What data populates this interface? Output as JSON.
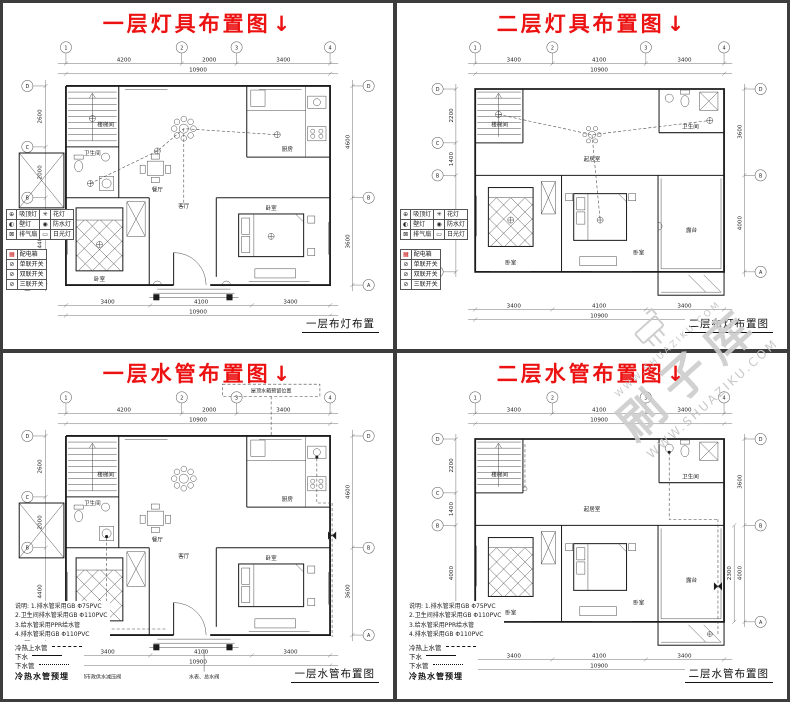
{
  "panels": [
    {
      "title": "一层灯具布置图",
      "arrow": "↓",
      "caption": "一层布灯布置"
    },
    {
      "title": "二层灯具布置图",
      "arrow": "↓",
      "caption": "二层布灯布置图"
    },
    {
      "title": "一层水管布置图",
      "arrow": "↓",
      "caption": "一层水管布置图"
    },
    {
      "title": "二层水管布置图",
      "arrow": "↓",
      "caption": "二层水管布置图"
    }
  ],
  "floor1": {
    "axis_top": [
      "1",
      "2",
      "3",
      "4"
    ],
    "axis_side": [
      "D",
      "C",
      "B",
      "A"
    ],
    "dims": {
      "top": [
        "4200",
        "2000",
        "3400"
      ],
      "top_total": "10900",
      "bottom": [
        "3400",
        "4100",
        "3400"
      ],
      "bottom_total": "10900",
      "left": [
        "2600",
        "2000",
        "4400"
      ],
      "right": [
        "4600",
        "3600"
      ]
    },
    "rooms": {
      "stair": "楼梯间",
      "bath": "卫生间",
      "dining": "餐厅",
      "kitchen": "厨房",
      "living": "客厅",
      "bed1": "卧室",
      "bed2": "卧室"
    }
  },
  "floor2": {
    "axis_top": [
      "1",
      "2",
      "3",
      "4"
    ],
    "axis_side": [
      "D",
      "C",
      "B",
      "A"
    ],
    "dims": {
      "top": [
        "3400",
        "4100",
        "3400"
      ],
      "top_total": "10900",
      "bottom": [
        "3400",
        "4100",
        "3400"
      ],
      "bottom_total": "10900",
      "left": [
        "2200",
        "1400",
        "4000"
      ],
      "right": [
        "3600",
        "4000"
      ],
      "balcony": "2300"
    },
    "rooms": {
      "stair": "楼梯间",
      "bath": "卫生间",
      "hall": "起居室",
      "bed1": "卧室",
      "bed2": "卧室",
      "balcony": "露台"
    }
  },
  "light_legend": {
    "table1": [
      {
        "s1": "⊕",
        "n1": "吸顶灯",
        "s2": "✳",
        "n2": "花灯"
      },
      {
        "s1": "◐",
        "n1": "壁灯",
        "s2": "◉",
        "n2": "防水灯"
      },
      {
        "s1": "⊠",
        "n1": "排气扇",
        "s2": "▭",
        "n2": "日光灯"
      }
    ],
    "table2": [
      {
        "s": "▦",
        "n": "配电箱"
      },
      {
        "s": "⊘",
        "n": "单联开关"
      },
      {
        "s": "⊘",
        "n": "双联开关"
      },
      {
        "s": "⊘",
        "n": "三联开关"
      }
    ]
  },
  "plumbing": {
    "notes": [
      "说明: 1.排水管采用GB Φ75PVC",
      "2.卫生间排水管采用GB Φ110PVC",
      "3.给水管采用PPR给水管",
      "4.排水管采用GB Φ110PVC"
    ],
    "legend": [
      "冷热上水管",
      "下水",
      "下水管"
    ],
    "embed": "冷热水管预埋",
    "roof_note": "屋顶水箱预留位置",
    "meter_note": "水表、总水阀",
    "pressure_note": "楼顶市政供水减压阀"
  },
  "watermark": {
    "brand": "刷子库",
    "domain": "WWW.SHUAZIKU.COM"
  }
}
